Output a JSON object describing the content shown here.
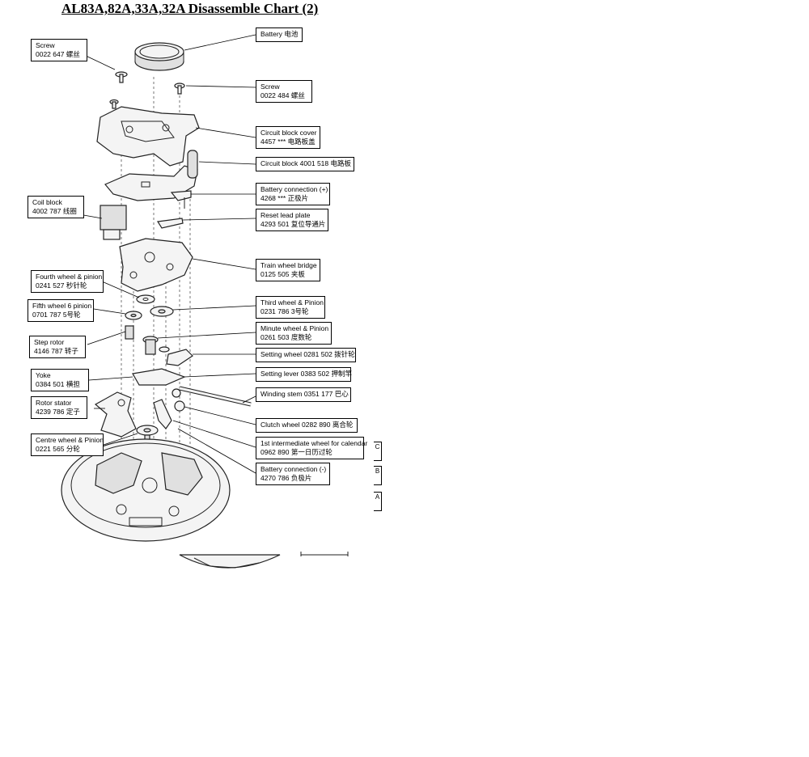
{
  "title": "AL83A,82A,33A,32A Disassemble Chart (2)",
  "labels": [
    {
      "id": "screw-1",
      "name": "Screw",
      "code": "0022 647",
      "cn": "螺丝"
    },
    {
      "id": "battery",
      "name": "Battery",
      "code": "",
      "cn": "电池"
    },
    {
      "id": "screw-2",
      "name": "Screw",
      "code": "0022 484",
      "cn": "螺丝"
    },
    {
      "id": "circuit-block-cover",
      "name": "Circuit block cover",
      "code": "4457 ***",
      "cn": "电路板盖"
    },
    {
      "id": "circuit-block",
      "name": "Circuit block",
      "code": "4001 518",
      "cn": "电路板"
    },
    {
      "id": "battery-connection-plus",
      "name": "Battery connection (+)",
      "code": "4268 ***",
      "cn": "正极片"
    },
    {
      "id": "coil-block",
      "name": "Coil block",
      "code": "4002 787",
      "cn": "线圈"
    },
    {
      "id": "reset-lead-plate",
      "name": "Reset lead plate",
      "code": "4293 501",
      "cn": "复位导通片"
    },
    {
      "id": "train-wheel-bridge",
      "name": "Train wheel bridge",
      "code": "0125 505",
      "cn": "夹板"
    },
    {
      "id": "fourth-wheel",
      "name": "Fourth wheel & pinion",
      "code": "0241 527",
      "cn": "秒针轮"
    },
    {
      "id": "third-wheel",
      "name": "Third wheel & Pinion",
      "code": "0231 786",
      "cn": "3号轮"
    },
    {
      "id": "fifth-wheel",
      "name": "Fifth wheel 6 pinion",
      "code": "0701 787",
      "cn": "5号轮"
    },
    {
      "id": "minute-wheel",
      "name": "Minute wheel  & Pinion",
      "code": "0261 503",
      "cn": "度数轮"
    },
    {
      "id": "step-rotor",
      "name": "Step rotor",
      "code": "4146 787",
      "cn": "转子"
    },
    {
      "id": "setting-wheel",
      "name": "Setting wheel",
      "code": "0281 502",
      "cn": "拨针轮"
    },
    {
      "id": "setting-lever",
      "name": "Setting lever",
      "code": "0383 502",
      "cn": "押制竿"
    },
    {
      "id": "yoke",
      "name": "Yoke",
      "code": "0384 501",
      "cn": "横担"
    },
    {
      "id": "winding-stem",
      "name": "Winding stem",
      "code": "0351 177",
      "cn": "巴心"
    },
    {
      "id": "rotor-stator",
      "name": "Rotor stator",
      "code": "4239 786",
      "cn": "定子"
    },
    {
      "id": "clutch-wheel",
      "name": "Clutch wheel",
      "code": "0282 890",
      "cn": "离合轮"
    },
    {
      "id": "centre-wheel",
      "name": "Centre wheel & Pinion",
      "code": "0221 565",
      "cn": "分轮"
    },
    {
      "id": "intermediate-wheel",
      "name": "1st intermediate wheel for calendar",
      "code": "0962 890",
      "cn": "第一日历过轮"
    },
    {
      "id": "battery-connection-minus",
      "name": "Battery connection (-)",
      "code": "4270 786",
      "cn": "负极片"
    }
  ],
  "side_tabs": [
    "C",
    "B",
    "A"
  ]
}
